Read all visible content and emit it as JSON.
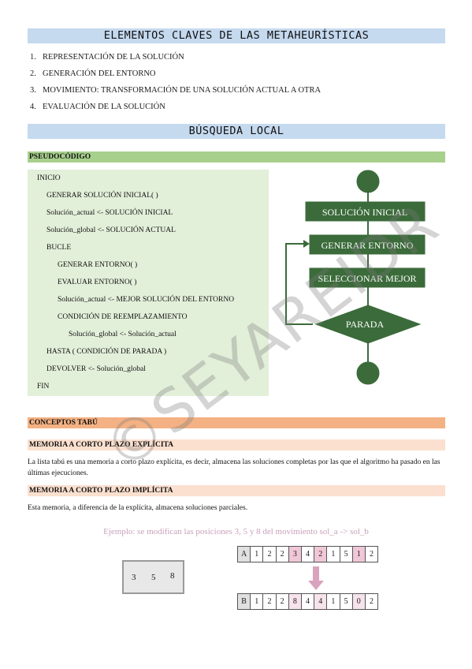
{
  "header": {
    "title": "ELEMENTOS CLAVES DE LAS METAHEURÍSTICAS"
  },
  "elements": [
    {
      "num": "1.",
      "text": "REPRESENTACIÓN DE LA SOLUCIÓN"
    },
    {
      "num": "2.",
      "text": "GENERACIÓN DEL ENTORNO"
    },
    {
      "num": "3.",
      "text": "MOVIMIENTO: TRANSFORMACIÓN DE UNA SOLUCIÓN ACTUAL A OTRA"
    },
    {
      "num": "4.",
      "text": "EVALUACIÓN DE LA SOLUCIÓN"
    }
  ],
  "local_search": {
    "title": "BÚSQUEDA LOCAL",
    "pseudocode_label": "PSEUDOCÓDIGO",
    "pseudocode": [
      "INICIO",
      "GENERAR SOLUCIÓN INICIAL( )",
      "Solución_actual <- SOLUCIÓN INICIAL",
      "Solución_global <- SOLUCIÓN ACTUAL",
      "BUCLE",
      "GENERAR ENTORNO( )",
      "EVALUAR ENTORNO( )",
      "Solución_actual <- MEJOR SOLUCIÓN DEL ENTORNO",
      "CONDICIÓN DE REEMPLAZAMIENTO",
      "Solución_global <- Solución_actual",
      "HASTA ( CONDICIÓN DE PARADA )",
      "DEVOLVER <- Solución_global",
      "FIN"
    ],
    "flowchart": {
      "box1": "SOLUCIÓN INICIAL",
      "box2": "GENERAR ENTORNO",
      "box3": "SELECCIONAR MEJOR",
      "diamond": "PARADA",
      "color": "#3b6b3a"
    }
  },
  "tabu": {
    "title": "CONCEPTOS TABÚ",
    "explicit_title": "MEMORIA A CORTO PLAZO EXPLÍCITA",
    "explicit_text": "La lista tabú es una memoria a corto plazo explícita, es decir, almacena las soluciones completas por las que el algoritmo ha pasado en las últimas ejecuciones.",
    "implicit_title": "MEMORIA A CORTO PLAZO IMPLÍCITA",
    "implicit_text": "Esta memoria, a diferencia de la explícita, almacena soluciones parciales.",
    "example": "Ejemplo: se modifican las posiciones 3, 5 y 8 del movimiento sol_a -> sol_b",
    "memory": [
      "3",
      "5",
      "8"
    ],
    "array_a": {
      "label": "A",
      "values": [
        "1",
        "2",
        "2",
        "3",
        "4",
        "2",
        "1",
        "5",
        "1",
        "2"
      ]
    },
    "array_b": {
      "label": "B",
      "values": [
        "1",
        "2",
        "2",
        "8",
        "4",
        "4",
        "1",
        "5",
        "0",
        "2"
      ]
    }
  },
  "watermark": "©SEYAREIDR",
  "colors": {
    "blue_band": "#c5d9ef",
    "green_band": "#a8d08d",
    "orange_band": "#f4b183",
    "peach_band": "#fbe0cf",
    "pseudo_bg": "#e2efd9",
    "pink": "#f0c7d7"
  }
}
